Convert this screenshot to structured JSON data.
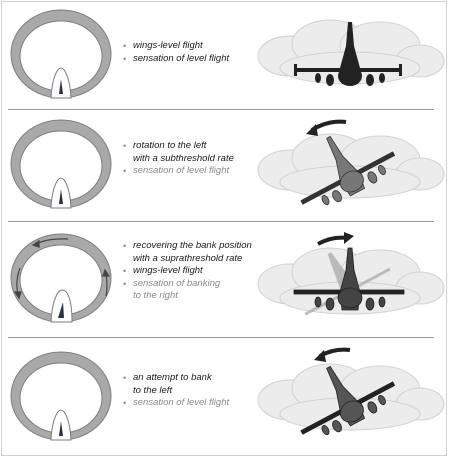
{
  "colors": {
    "ring": "#a9a9a9",
    "ring_stroke": "#7d7d7d",
    "aircraft": "#222222",
    "aircraft_grey": "#8a8a8a",
    "cloud": "#ececec",
    "divider": "#9a9a9a",
    "grey_text": "#8a8a8a"
  },
  "panels": [
    {
      "lines": [
        {
          "text": "wings-level flight",
          "style": "dark"
        },
        {
          "text": "sensation of level flight",
          "style": "dark"
        }
      ],
      "aircraft": "level",
      "bank_arrow": "none",
      "ring_arrows": false
    },
    {
      "lines": [
        {
          "text": "rotation to the left",
          "style": "dark"
        },
        {
          "text": "with a subthreshold rate",
          "style": "dark"
        },
        {
          "text": "sensation of level flight",
          "style": "grey"
        }
      ],
      "aircraft": "banked-left",
      "bank_arrow": "left",
      "ring_arrows": false
    },
    {
      "lines": [
        {
          "text": "recovering the bank position",
          "style": "dark"
        },
        {
          "text": "with a suprathreshold rate",
          "style": "dark"
        },
        {
          "text": "wings-level flight",
          "style": "dark"
        },
        {
          "text": "sensation of banking",
          "style": "grey"
        },
        {
          "text": "to the right",
          "style": "grey"
        }
      ],
      "aircraft": "level-with-ghost",
      "bank_arrow": "right",
      "ring_arrows": true
    },
    {
      "lines": [
        {
          "text": "an attempt to bank",
          "style": "dark"
        },
        {
          "text": "to the left",
          "style": "dark"
        },
        {
          "text": "sensation of level flight",
          "style": "grey"
        }
      ],
      "aircraft": "banked-left",
      "bank_arrow": "left",
      "ring_arrows": false
    }
  ],
  "icons": [
    "semicircular-canal-ring-icon",
    "cupula-icon",
    "fighter-jet-icon",
    "cloud-icon",
    "bank-arrow-icon",
    "fluid-flow-arrow-icon"
  ]
}
